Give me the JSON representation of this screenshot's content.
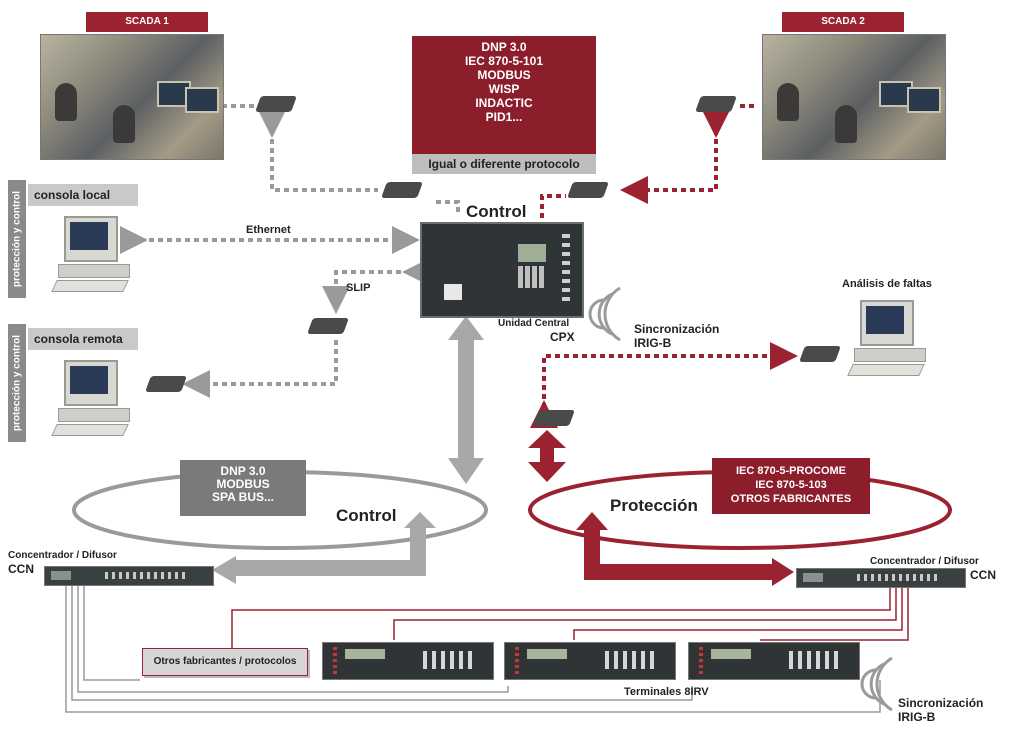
{
  "scada1": {
    "label": "SCADA 1"
  },
  "scada2": {
    "label": "SCADA 2"
  },
  "protocols_top": {
    "lines": [
      "DNP 3.0",
      "IEC 870-5-101",
      "MODBUS",
      "WISP",
      "INDACTIC",
      "PID1..."
    ],
    "footer": "Igual o diferente protocolo"
  },
  "control_top": "Control",
  "ethernet": "Ethernet",
  "slip": "SLIP",
  "console_local": {
    "label": "consola local",
    "tab": "protección y control"
  },
  "console_remote": {
    "label": "consola remota",
    "tab": "protección y control"
  },
  "central_unit": {
    "line1": "Unidad Central",
    "line2": "CPX"
  },
  "sync_center": {
    "line1": "Sincronización",
    "line2": "IRIG-B"
  },
  "fault_analysis": "Análisis de faltas",
  "control_ring": {
    "protocols": [
      "DNP 3.0",
      "MODBUS",
      "SPA BUS..."
    ],
    "label": "Control"
  },
  "protection_ring": {
    "protocols": [
      "IEC 870-5-PROCOME",
      "IEC 870-5-103",
      "OTROS FABRICANTES"
    ],
    "label": "Protección"
  },
  "ccn_left": {
    "line1": "Concentrador / Difusor",
    "line2": "CCN"
  },
  "ccn_right": {
    "line1": "Concentrador / Difusor",
    "line2": "CCN"
  },
  "other_manufacturers": "Otros fabricantes / protocolos",
  "terminals": "Terminales 8IRV",
  "sync_bottom": {
    "line1": "Sincronización",
    "line2": "IRIG-B"
  },
  "colors": {
    "red": "#9b2230",
    "grey": "#9a9a9a",
    "dark_grey": "#7a7a7a"
  }
}
